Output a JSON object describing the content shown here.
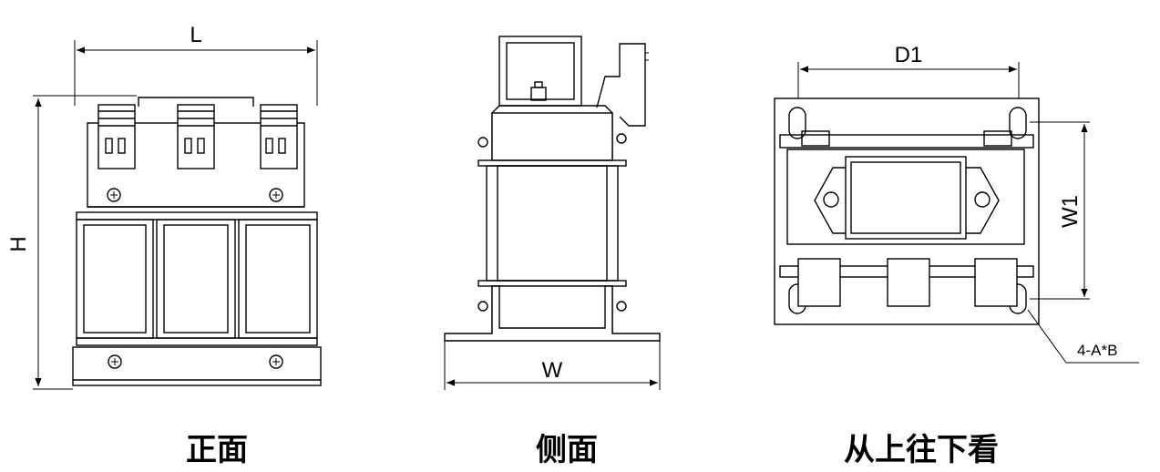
{
  "views": {
    "front": {
      "title": "正面",
      "dims": {
        "length": "L",
        "height": "H"
      }
    },
    "side": {
      "title": "侧面",
      "dims": {
        "width": "W"
      }
    },
    "top": {
      "title": "从上往下看",
      "dims": {
        "depth": "D1",
        "width": "W1",
        "holes": "4-A*B"
      }
    }
  },
  "colors": {
    "line": "#000000",
    "background": "#ffffff"
  }
}
